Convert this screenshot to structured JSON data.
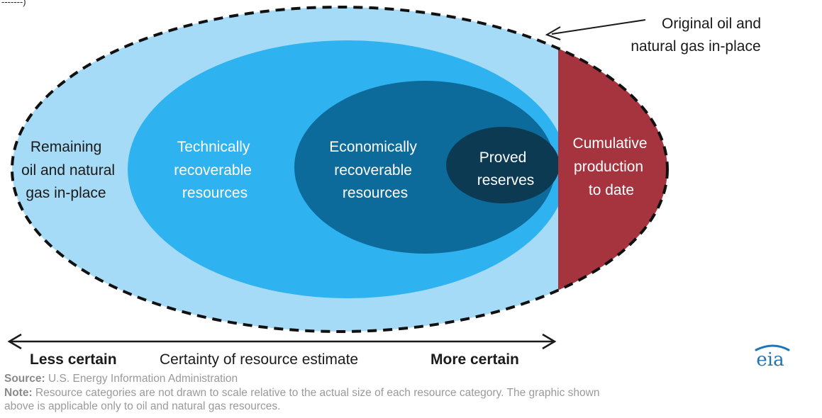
{
  "top_fragment": "-------)",
  "labels": {
    "original_line1": "Original oil and",
    "original_line2": "natural gas in-place",
    "remaining_line1": "Remaining",
    "remaining_line2": "oil and natural",
    "remaining_line3": "gas in-place",
    "technically_line1": "Technically",
    "technically_line2": "recoverable",
    "technically_line3": "resources",
    "economically_line1": "Economically",
    "economically_line2": "recoverable",
    "economically_line3": "resources",
    "proved_line1": "Proved",
    "proved_line2": "reserves",
    "cumulative_line1": "Cumulative",
    "cumulative_line2": "production",
    "cumulative_line3": "to date"
  },
  "axis": {
    "left_label": "Less certain",
    "center_label": "Certainty of resource estimate",
    "right_label": "More certain"
  },
  "logo_text": "eia",
  "footer": {
    "source_label": "Source:",
    "source_text": " U.S. Energy Information Administration",
    "note_label": "Note:",
    "note_text_1": " Resource categories are not drawn to scale relative to the actual size of each resource category. The graphic shown",
    "note_text_2": "above is applicable only to oil and natural gas resources."
  },
  "colors": {
    "remaining": "#a6dbf7",
    "technically": "#2fb3f0",
    "economically": "#0d6b9c",
    "proved": "#0b3a52",
    "cumulative": "#a5343f",
    "logo_blue": "#1d75b6"
  }
}
